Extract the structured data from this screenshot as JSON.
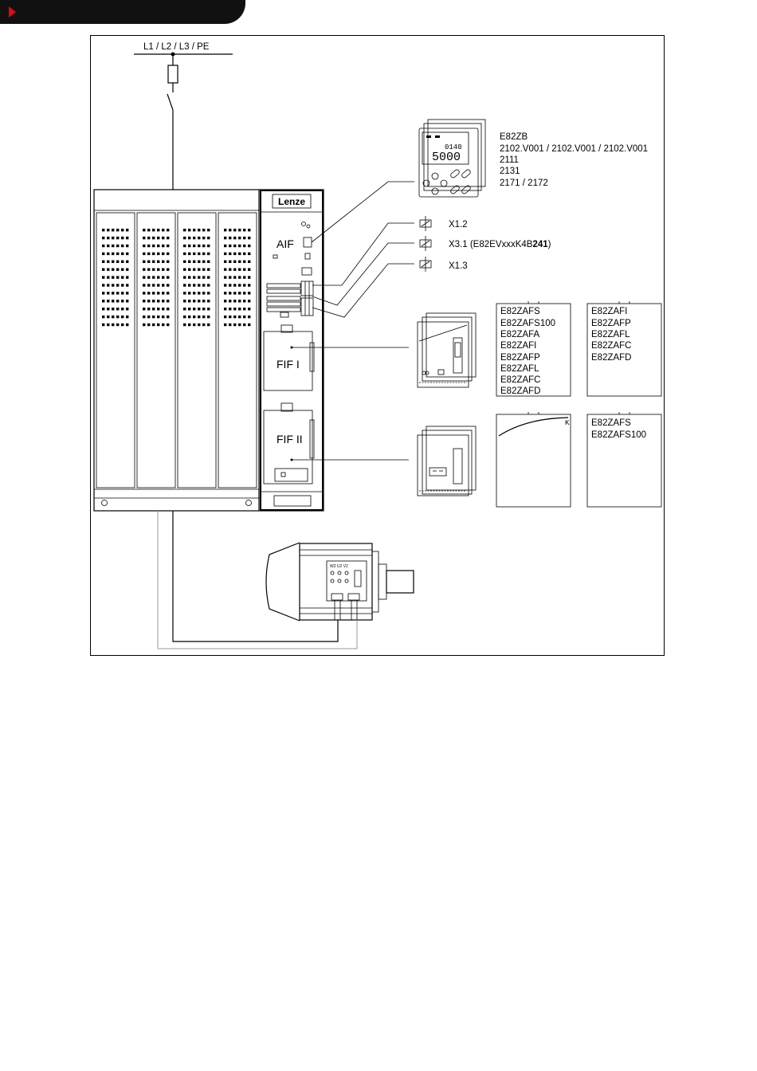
{
  "supply": {
    "label": "L1 / L2 / L3 / PE"
  },
  "inverter": {
    "brand": "Lenze",
    "aif_label": "AIF",
    "fif1_label": "FIF I",
    "fif2_label": "FIF II"
  },
  "keypad": {
    "display_small": "0140",
    "display_value": "5000",
    "codes": [
      "E82ZB",
      "2102.V001 / 2102.V001 / 2102.V001",
      "2111",
      "2131",
      "2171 / 2172"
    ]
  },
  "terminals": {
    "x12": "X1.2",
    "x31_prefix": "X3.1 (E82EVxxxK4B",
    "x31_bold": "241",
    "x31_suffix": ")",
    "x13": "X1.3"
  },
  "fif1_modules": {
    "list_a": [
      "E82ZAFS",
      "E82ZAFS100",
      "E82ZAFA",
      "E82ZAFI",
      "E82ZAFP",
      "E82ZAFL",
      "E82ZAFC",
      "E82ZAFD"
    ],
    "list_b": [
      "E82ZAFI",
      "E82ZAFP",
      "E82ZAFL",
      "E82ZAFC",
      "E82ZAFD"
    ]
  },
  "fif2_modules": {
    "curve_mark": "K",
    "list_c": [
      "E82ZAFS",
      "E82ZAFS100"
    ]
  },
  "motor": {
    "terminal_labels": "W2 U2 V2"
  }
}
